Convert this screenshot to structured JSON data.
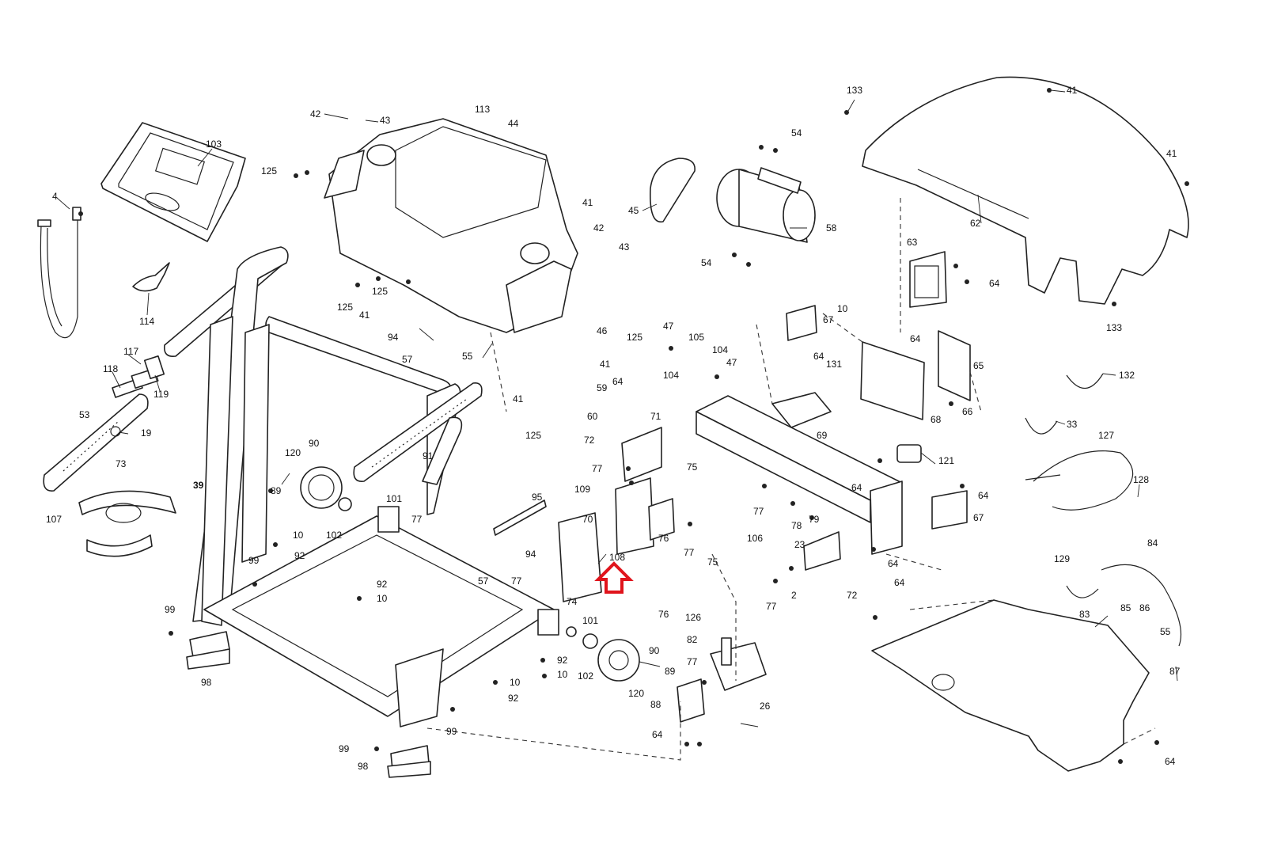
{
  "callouts": [
    {
      "id": "c1",
      "text": "4"
    },
    {
      "id": "c2",
      "text": "103"
    },
    {
      "id": "c3",
      "text": "114"
    },
    {
      "id": "c4",
      "text": "117"
    },
    {
      "id": "c5",
      "text": "118"
    },
    {
      "id": "c6",
      "text": "119"
    },
    {
      "id": "c7",
      "text": "53"
    },
    {
      "id": "c8",
      "text": "19"
    },
    {
      "id": "c9",
      "text": "73"
    },
    {
      "id": "c10",
      "text": "107"
    },
    {
      "id": "c11",
      "text": "39"
    },
    {
      "id": "c12",
      "text": "120"
    },
    {
      "id": "c13",
      "text": "89"
    },
    {
      "id": "c14",
      "text": "90"
    },
    {
      "id": "c15",
      "text": "102"
    },
    {
      "id": "c16",
      "text": "101"
    },
    {
      "id": "c17",
      "text": "10"
    },
    {
      "id": "c18",
      "text": "92"
    },
    {
      "id": "c19",
      "text": "99"
    },
    {
      "id": "c20",
      "text": "92"
    },
    {
      "id": "c21",
      "text": "10"
    },
    {
      "id": "c22",
      "text": "99"
    },
    {
      "id": "c23",
      "text": "98"
    },
    {
      "id": "c24",
      "text": "42"
    },
    {
      "id": "c25",
      "text": "43"
    },
    {
      "id": "c26",
      "text": "125"
    },
    {
      "id": "c27",
      "text": "113"
    },
    {
      "id": "c28",
      "text": "44"
    },
    {
      "id": "c29",
      "text": "41"
    },
    {
      "id": "c30",
      "text": "42"
    },
    {
      "id": "c31",
      "text": "43"
    },
    {
      "id": "c32",
      "text": "125"
    },
    {
      "id": "c33",
      "text": "125"
    },
    {
      "id": "c34",
      "text": "41"
    },
    {
      "id": "c35",
      "text": "94"
    },
    {
      "id": "c36",
      "text": "57"
    },
    {
      "id": "c37",
      "text": "55"
    },
    {
      "id": "c38",
      "text": "46"
    },
    {
      "id": "c39",
      "text": "125"
    },
    {
      "id": "c40",
      "text": "41"
    },
    {
      "id": "c41",
      "text": "41"
    },
    {
      "id": "c42",
      "text": "125"
    },
    {
      "id": "c43",
      "text": "91"
    },
    {
      "id": "c44",
      "text": "77"
    },
    {
      "id": "c45",
      "text": "95"
    },
    {
      "id": "c46",
      "text": "94"
    },
    {
      "id": "c47",
      "text": "57"
    },
    {
      "id": "c48",
      "text": "77"
    },
    {
      "id": "c49",
      "text": "101"
    },
    {
      "id": "c50",
      "text": "92"
    },
    {
      "id": "c51",
      "text": "10"
    },
    {
      "id": "c52",
      "text": "102"
    },
    {
      "id": "c53",
      "text": "10"
    },
    {
      "id": "c54",
      "text": "92"
    },
    {
      "id": "c55",
      "text": "99"
    },
    {
      "id": "c56",
      "text": "99"
    },
    {
      "id": "c57",
      "text": "98"
    },
    {
      "id": "c58",
      "text": "45"
    },
    {
      "id": "c59",
      "text": "54"
    },
    {
      "id": "c60",
      "text": "58"
    },
    {
      "id": "c61",
      "text": "54"
    },
    {
      "id": "c62",
      "text": "133"
    },
    {
      "id": "c63",
      "text": "41"
    },
    {
      "id": "c64",
      "text": "41"
    },
    {
      "id": "c65",
      "text": "62"
    },
    {
      "id": "c66",
      "text": "133"
    },
    {
      "id": "c67",
      "text": "63"
    },
    {
      "id": "c68",
      "text": "64"
    },
    {
      "id": "c69",
      "text": "10"
    },
    {
      "id": "c70",
      "text": "67"
    },
    {
      "id": "c71",
      "text": "47"
    },
    {
      "id": "c72",
      "text": "105"
    },
    {
      "id": "c73",
      "text": "104"
    },
    {
      "id": "c74",
      "text": "47"
    },
    {
      "id": "c75",
      "text": "104"
    },
    {
      "id": "c76",
      "text": "64"
    },
    {
      "id": "c77",
      "text": "131"
    },
    {
      "id": "c78",
      "text": "64"
    },
    {
      "id": "c79",
      "text": "65"
    },
    {
      "id": "c80",
      "text": "132"
    },
    {
      "id": "c81",
      "text": "59"
    },
    {
      "id": "c82",
      "text": "64"
    },
    {
      "id": "c83",
      "text": "60"
    },
    {
      "id": "c84",
      "text": "72"
    },
    {
      "id": "c85",
      "text": "71"
    },
    {
      "id": "c86",
      "text": "69"
    },
    {
      "id": "c87",
      "text": "68"
    },
    {
      "id": "c88",
      "text": "66"
    },
    {
      "id": "c89",
      "text": "33"
    },
    {
      "id": "c90",
      "text": "127"
    },
    {
      "id": "c91",
      "text": "121"
    },
    {
      "id": "c92",
      "text": "64"
    },
    {
      "id": "c93",
      "text": "128"
    },
    {
      "id": "c94",
      "text": "64"
    },
    {
      "id": "c95",
      "text": "67"
    },
    {
      "id": "c96",
      "text": "77"
    },
    {
      "id": "c97",
      "text": "109"
    },
    {
      "id": "c98",
      "text": "75"
    },
    {
      "id": "c99",
      "text": "70"
    },
    {
      "id": "c100",
      "text": "76"
    },
    {
      "id": "c101",
      "text": "77"
    },
    {
      "id": "c102",
      "text": "77"
    },
    {
      "id": "c103",
      "text": "78"
    },
    {
      "id": "c104",
      "text": "79"
    },
    {
      "id": "c105",
      "text": "23"
    },
    {
      "id": "c106",
      "text": "106"
    },
    {
      "id": "c107",
      "text": "108"
    },
    {
      "id": "c108",
      "text": "75"
    },
    {
      "id": "c109",
      "text": "74"
    },
    {
      "id": "c110",
      "text": "76"
    },
    {
      "id": "c111",
      "text": "77"
    },
    {
      "id": "c112",
      "text": "2"
    },
    {
      "id": "c113",
      "text": "64"
    },
    {
      "id": "c114",
      "text": "72"
    },
    {
      "id": "c115",
      "text": "64"
    },
    {
      "id": "c116",
      "text": "129"
    },
    {
      "id": "c117",
      "text": "84"
    },
    {
      "id": "c118",
      "text": "83"
    },
    {
      "id": "c119",
      "text": "85"
    },
    {
      "id": "c120",
      "text": "86"
    },
    {
      "id": "c121",
      "text": "55"
    },
    {
      "id": "c122",
      "text": "87"
    },
    {
      "id": "c123",
      "text": "126"
    },
    {
      "id": "c124",
      "text": "82"
    },
    {
      "id": "c125",
      "text": "90"
    },
    {
      "id": "c126",
      "text": "89"
    },
    {
      "id": "c127",
      "text": "120"
    },
    {
      "id": "c128",
      "text": "88"
    },
    {
      "id": "c129",
      "text": "77"
    },
    {
      "id": "c130",
      "text": "26"
    },
    {
      "id": "c131",
      "text": "64"
    },
    {
      "id": "c132",
      "text": "64"
    }
  ],
  "highlight_color": "#e0141c",
  "line_color": "#222222"
}
